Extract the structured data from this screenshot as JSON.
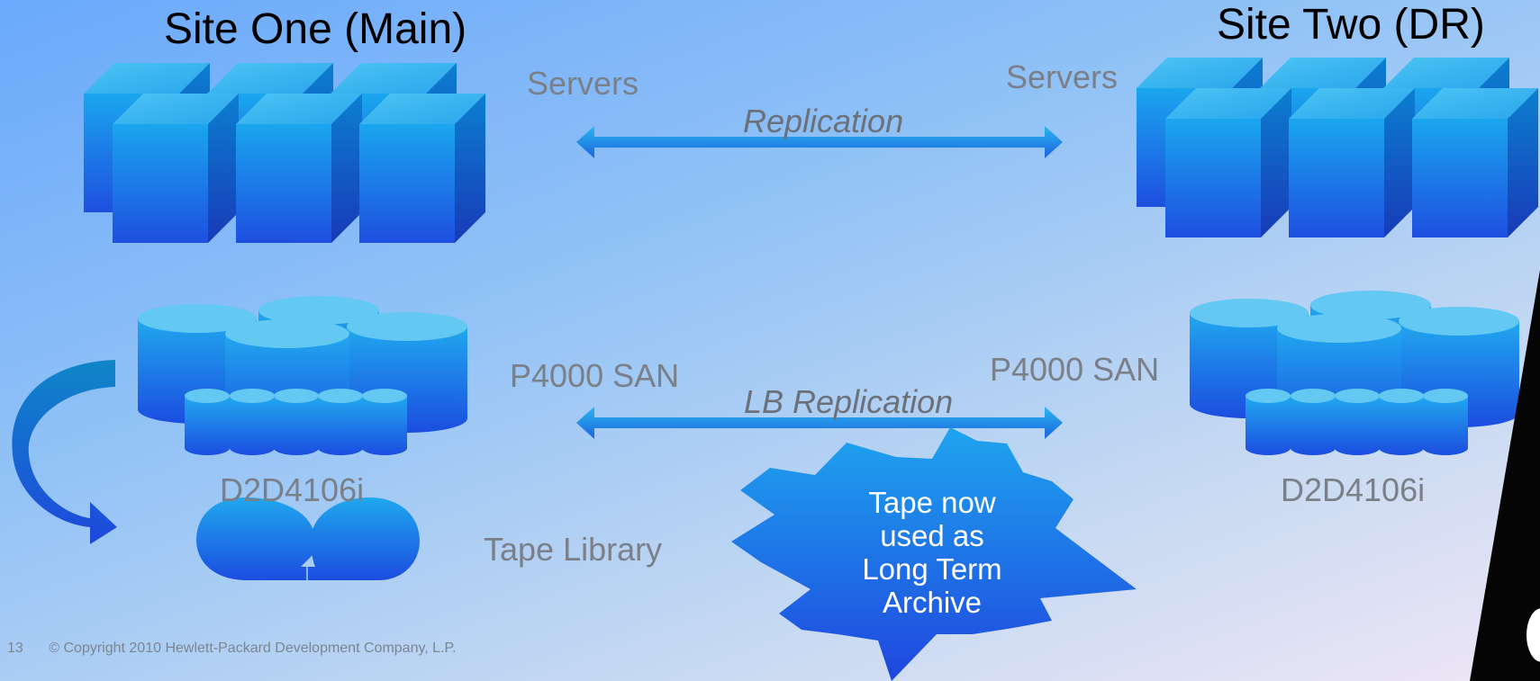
{
  "site_one": {
    "title": "Site One (Main)",
    "servers_label": "Servers",
    "san_label": "P4000 SAN",
    "d2d_label": "D2D4106i",
    "tape_label": "Tape Library"
  },
  "site_two": {
    "title": "Site Two (DR)",
    "servers_label": "Servers",
    "san_label": "P4000 SAN",
    "d2d_label": "D2D4106i"
  },
  "links": {
    "replication": "Replication",
    "lb_replication": "LB Replication"
  },
  "callout": {
    "line1": "Tape now",
    "line2": "used as",
    "line3": "Long Term",
    "line4": "Archive"
  },
  "footer": {
    "page_number": "13",
    "copyright": "© Copyright 2010 Hewlett-Packard Development Company, L.P."
  },
  "colors": {
    "accent_blue": "#1c6ee6",
    "cyan": "#30b2ee",
    "label_gray": "#7a7f88",
    "background_start": "#6aa9fb",
    "background_end": "#efe6f6"
  }
}
